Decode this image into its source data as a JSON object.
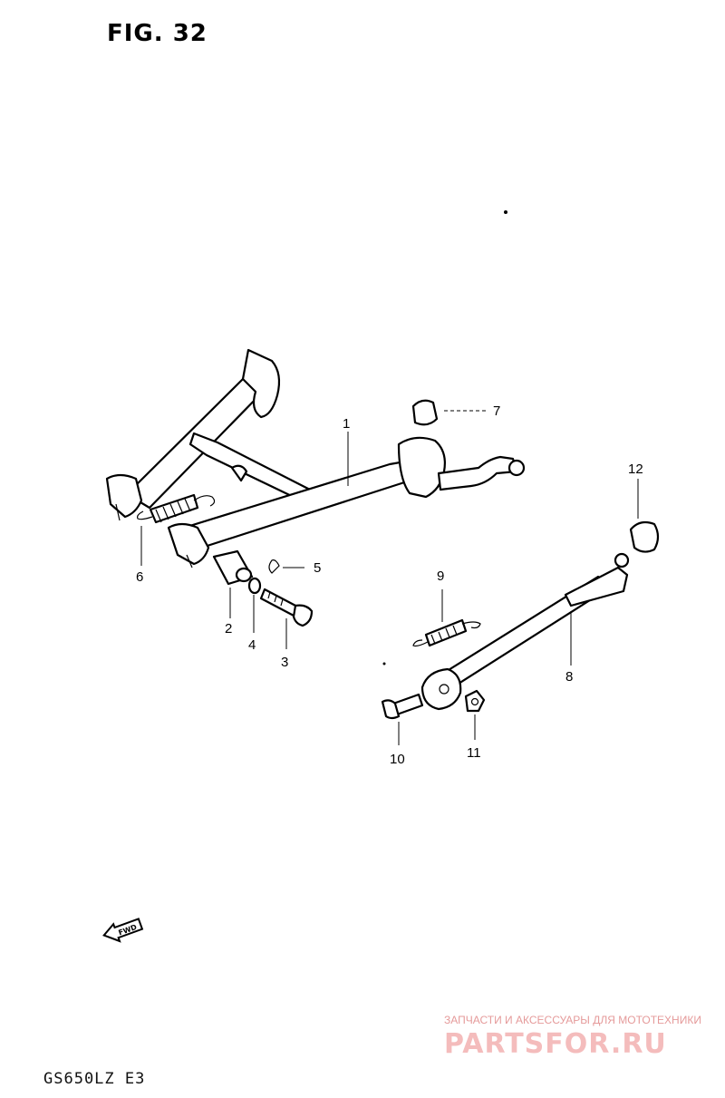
{
  "figure": {
    "title": "FIG. 32",
    "model_code": "GS650LZ E3",
    "fwd_arrow": "FWD"
  },
  "callouts": [
    "1",
    "2",
    "3",
    "4",
    "5",
    "6",
    "7",
    "8",
    "9",
    "10",
    "11",
    "12"
  ],
  "watermark": {
    "line1": "ЗАПЧАСТИ И АКСЕССУАРЫ ДЛЯ МОТОТЕХНИКИ",
    "line2": "PARTSFOR.RU"
  }
}
